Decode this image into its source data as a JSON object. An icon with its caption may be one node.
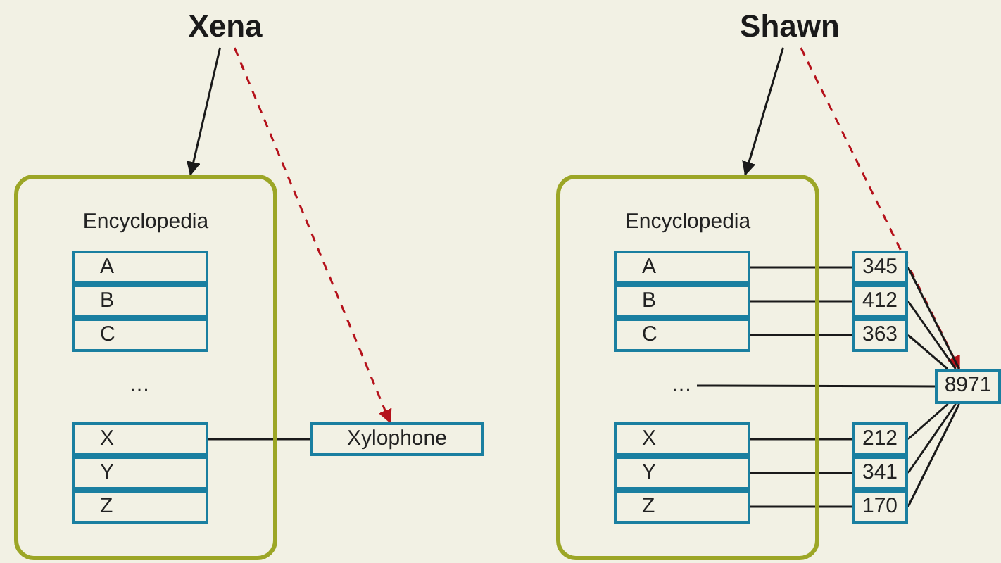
{
  "diagram": {
    "nodes": [
      {
        "text": [
          "Xena"
        ]
      },
      {
        "text": [
          "Encyclopedia"
        ]
      },
      {
        "text": [
          "A"
        ],
        "in": 1
      },
      {
        "text": [
          "B"
        ],
        "in": 1
      },
      {
        "text": [
          "C"
        ],
        "in": 1
      },
      {
        "text": [
          "…"
        ],
        "in": 1
      },
      {
        "text": [
          "X"
        ],
        "in": 1
      },
      {
        "text": [
          "Y"
        ],
        "in": 1
      },
      {
        "text": [
          "Z"
        ],
        "in": 1
      },
      {
        "text": [
          "Xylophone"
        ]
      },
      {
        "text": [
          "Shawn"
        ]
      },
      {
        "text": [
          "Encyclopedia"
        ]
      },
      {
        "text": [
          "A"
        ],
        "in": 11
      },
      {
        "text": [
          "B"
        ],
        "in": 11
      },
      {
        "text": [
          "C"
        ],
        "in": 11
      },
      {
        "text": [
          "…"
        ],
        "in": 11
      },
      {
        "text": [
          "X"
        ],
        "in": 11
      },
      {
        "text": [
          "Y"
        ],
        "in": 11
      },
      {
        "text": [
          "Z"
        ],
        "in": 11
      },
      {
        "text": [
          "345"
        ]
      },
      {
        "text": [
          "412"
        ]
      },
      {
        "text": [
          "363"
        ]
      },
      {
        "text": [
          "8971"
        ]
      },
      {
        "text": [
          "212"
        ]
      },
      {
        "text": [
          "341"
        ]
      },
      {
        "text": [
          "170"
        ]
      }
    ],
    "edges": [
      {
        "from": 0,
        "to": 1,
        "arrow": "to"
      },
      {
        "from": 0,
        "to": 9,
        "arrow": "to",
        "style": "dashed",
        "color": "#b5121b"
      },
      {
        "from": 6,
        "to": 9,
        "arrow": "none"
      },
      {
        "from": 10,
        "to": 11,
        "arrow": "to"
      },
      {
        "from": 10,
        "to": 22,
        "arrow": "to",
        "style": "dashed",
        "color": "#b5121b"
      },
      {
        "from": 12,
        "to": 19,
        "arrow": "none"
      },
      {
        "from": 13,
        "to": 20,
        "arrow": "none"
      },
      {
        "from": 14,
        "to": 21,
        "arrow": "none"
      },
      {
        "from": 15,
        "to": 22,
        "arrow": "none"
      },
      {
        "from": 16,
        "to": 23,
        "arrow": "none"
      },
      {
        "from": 17,
        "to": 24,
        "arrow": "none"
      },
      {
        "from": 18,
        "to": 25,
        "arrow": "none"
      },
      {
        "from": 19,
        "to": 22,
        "arrow": "none"
      },
      {
        "from": 20,
        "to": 22,
        "arrow": "none"
      },
      {
        "from": 21,
        "to": 22,
        "arrow": "none"
      },
      {
        "from": 23,
        "to": 22,
        "arrow": "none"
      },
      {
        "from": 24,
        "to": 22,
        "arrow": "none"
      },
      {
        "from": 25,
        "to": 22,
        "arrow": "none"
      }
    ]
  }
}
